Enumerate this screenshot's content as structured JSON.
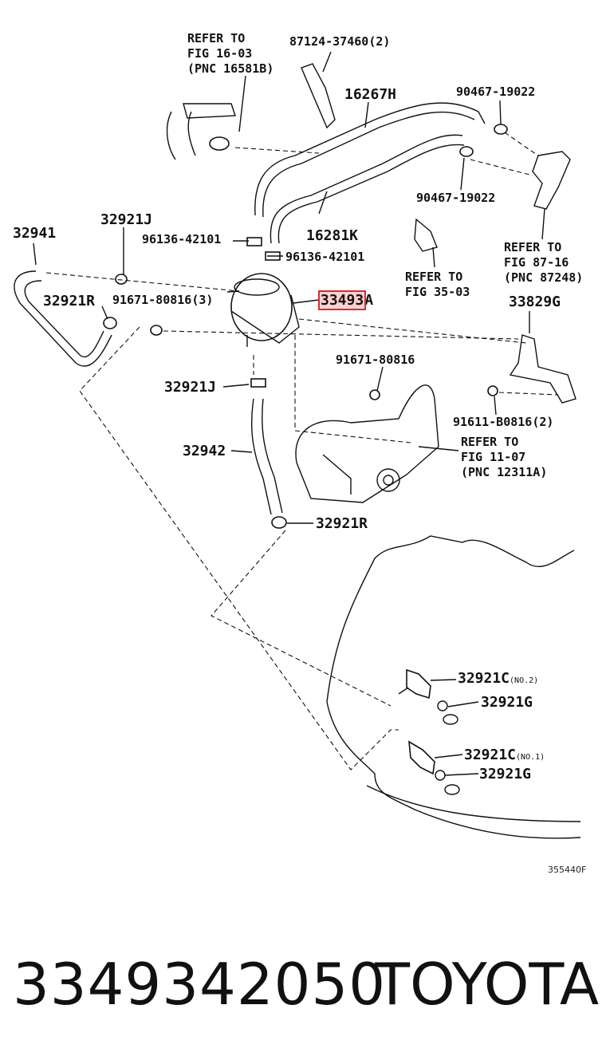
{
  "labels": {
    "refer_fig_16_03": [
      "REFER TO",
      "FIG 16-03",
      "(PNC 16581B)"
    ],
    "p87124": "87124-37460(2)",
    "p16267H": "16267H",
    "p90467_top": "90467-19022",
    "p90467_mid": "90467-19022",
    "p32921J_top": "32921J",
    "p32941": "32941",
    "p96136_left": "96136-42101",
    "p16281K": "16281K",
    "p96136_right": "96136-42101",
    "refer_fig_87_16": [
      "REFER TO",
      "FIG 87-16",
      "(PNC 87248)"
    ],
    "refer_fig_35_03": [
      "REFER TO",
      "FIG 35-03"
    ],
    "p32921R_left": "32921R",
    "p91671_3": "91671-80816(3)",
    "p33493A_main": "33493",
    "p33493A_suffix": "A",
    "p33829G": "33829G",
    "p91671_single": "91671-80816",
    "p32921J_bot": "32921J",
    "p91611": "91611-B0816(2)",
    "refer_fig_11_07": [
      "REFER TO",
      "FIG 11-07",
      "(PNC 12311A)"
    ],
    "p32942": "32942",
    "p32921R_bot": "32921R",
    "p32921C_no2": "32921C",
    "p32921C_no2_note": "(NO.2)",
    "p32921G_top": "32921G",
    "p32921C_no1": "32921C",
    "p32921C_no1_note": "(NO.1)",
    "p32921G_bot": "32921G"
  },
  "diagram_code": "355440F",
  "footer": {
    "part_number": "3349342050",
    "brand": "TOYOTA"
  },
  "colors": {
    "highlight": "#d32f2f"
  }
}
